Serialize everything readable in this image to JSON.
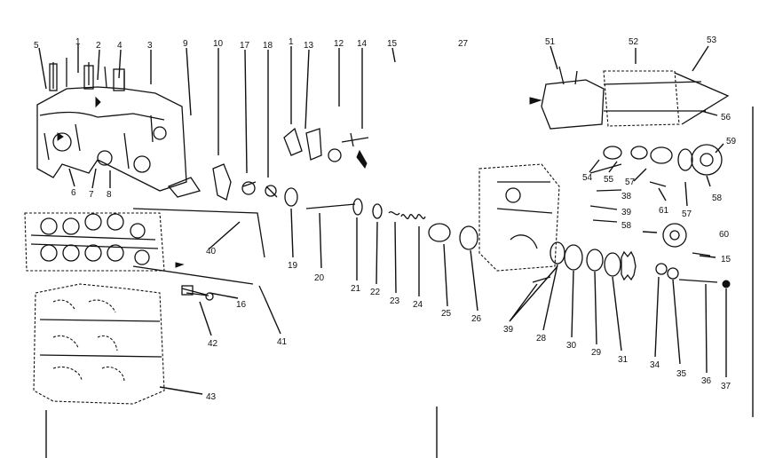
{
  "callouts": [
    {
      "id": "c5",
      "text": "5"
    },
    {
      "id": "c1a",
      "text": "1"
    },
    {
      "id": "c2",
      "text": "2"
    },
    {
      "id": "c4",
      "text": "4"
    },
    {
      "id": "c3",
      "text": "3"
    },
    {
      "id": "c9",
      "text": "9"
    },
    {
      "id": "c10",
      "text": "10"
    },
    {
      "id": "c17",
      "text": "17"
    },
    {
      "id": "c18",
      "text": "18"
    },
    {
      "id": "c1b",
      "text": "1"
    },
    {
      "id": "c13",
      "text": "13"
    },
    {
      "id": "c12",
      "text": "12"
    },
    {
      "id": "c14",
      "text": "14"
    },
    {
      "id": "c15a",
      "text": "15"
    },
    {
      "id": "c27",
      "text": "27"
    },
    {
      "id": "c51",
      "text": "51"
    },
    {
      "id": "c52",
      "text": "52"
    },
    {
      "id": "c53",
      "text": "53"
    },
    {
      "id": "c56",
      "text": "56"
    },
    {
      "id": "c59",
      "text": "59"
    },
    {
      "id": "c6",
      "text": "6"
    },
    {
      "id": "c7",
      "text": "7"
    },
    {
      "id": "c8",
      "text": "8"
    },
    {
      "id": "c54",
      "text": "54"
    },
    {
      "id": "c55",
      "text": "55"
    },
    {
      "id": "c57a",
      "text": "57"
    },
    {
      "id": "c57b",
      "text": "57"
    },
    {
      "id": "c58a",
      "text": "58"
    },
    {
      "id": "c61",
      "text": "61"
    },
    {
      "id": "c38a",
      "text": "38"
    },
    {
      "id": "c39a",
      "text": "39"
    },
    {
      "id": "c58b",
      "text": "58"
    },
    {
      "id": "c60",
      "text": "60"
    },
    {
      "id": "c15b",
      "text": "15"
    },
    {
      "id": "c40",
      "text": "40"
    },
    {
      "id": "c19",
      "text": "19"
    },
    {
      "id": "c20",
      "text": "20"
    },
    {
      "id": "c21",
      "text": "21"
    },
    {
      "id": "c22",
      "text": "22"
    },
    {
      "id": "c23",
      "text": "23"
    },
    {
      "id": "c24",
      "text": "24"
    },
    {
      "id": "c25",
      "text": "25"
    },
    {
      "id": "c26",
      "text": "26"
    },
    {
      "id": "c39b",
      "text": "39"
    },
    {
      "id": "c28",
      "text": "28"
    },
    {
      "id": "c30",
      "text": "30"
    },
    {
      "id": "c29",
      "text": "29"
    },
    {
      "id": "c31",
      "text": "31"
    },
    {
      "id": "c34",
      "text": "34"
    },
    {
      "id": "c35",
      "text": "35"
    },
    {
      "id": "c36",
      "text": "36"
    },
    {
      "id": "c37",
      "text": "37"
    },
    {
      "id": "c16",
      "text": "16"
    },
    {
      "id": "c42",
      "text": "42"
    },
    {
      "id": "c41",
      "text": "41"
    },
    {
      "id": "c43",
      "text": "43"
    }
  ]
}
